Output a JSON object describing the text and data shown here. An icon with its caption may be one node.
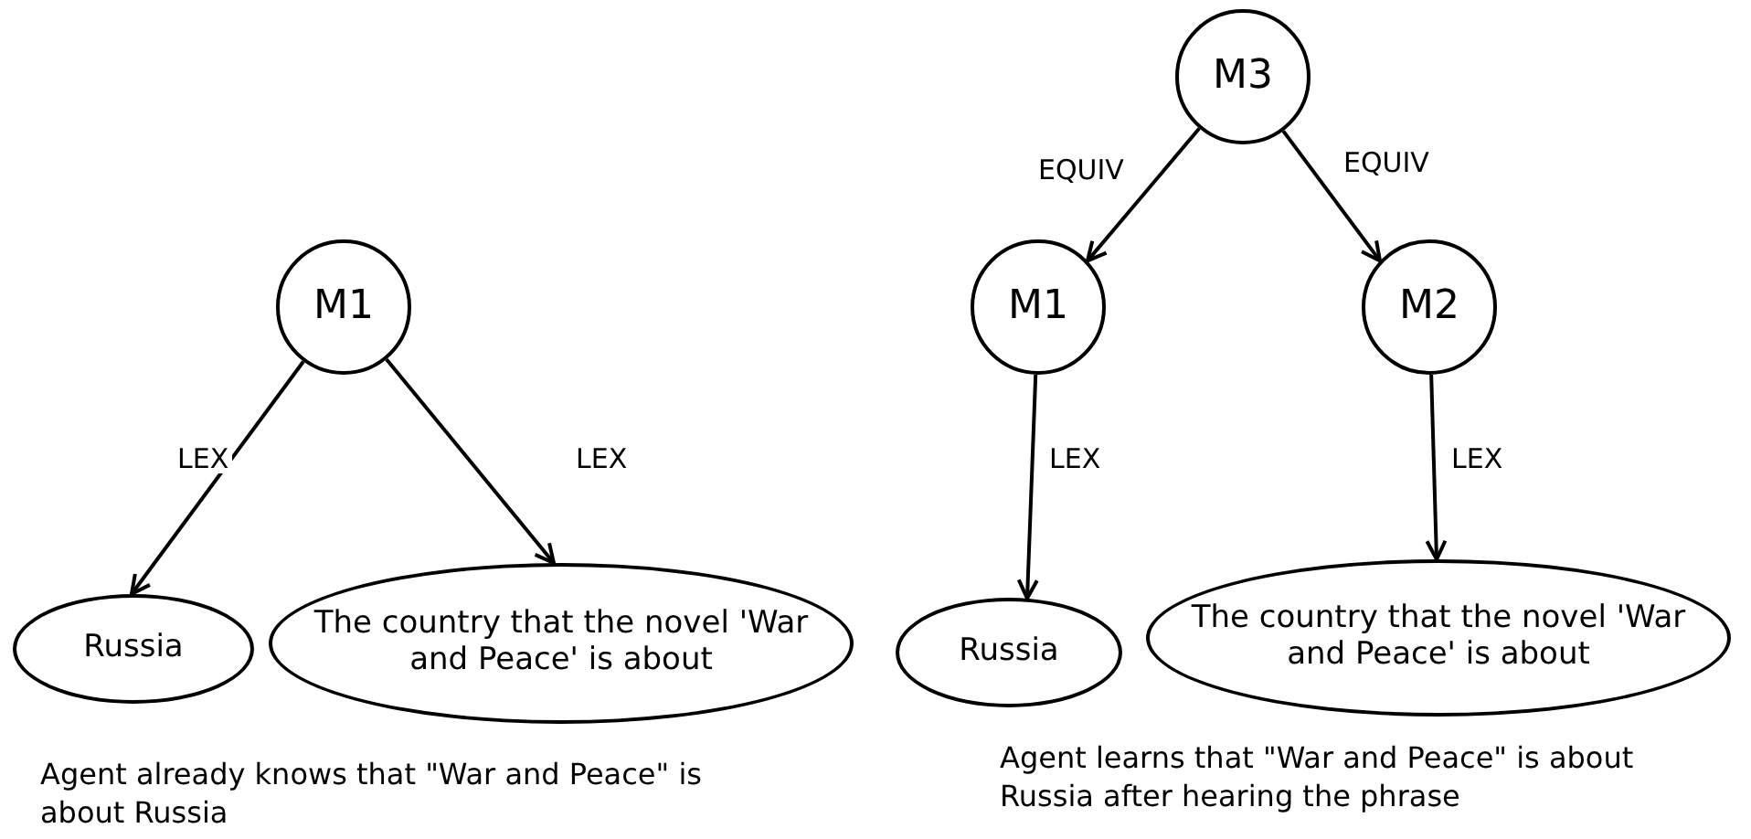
{
  "diagram": {
    "nodes": [
      {
        "text": [
          "M1"
        ]
      },
      {
        "text": [
          "Russia"
        ]
      },
      {
        "text": [
          "The country that the novel 'War and Peace' is about"
        ]
      },
      {
        "text": [
          "M3"
        ]
      },
      {
        "text": [
          "M1"
        ]
      },
      {
        "text": [
          "M2"
        ]
      },
      {
        "text": [
          "Russia"
        ]
      },
      {
        "text": [
          "The country that the novel 'War and Peace' is about"
        ]
      }
    ],
    "edges": [
      {
        "from": 0,
        "to": 1,
        "arrow": "to",
        "label": "LEX"
      },
      {
        "from": 0,
        "to": 2,
        "arrow": "to",
        "label": "LEX"
      },
      {
        "from": 3,
        "to": 4,
        "arrow": "to",
        "label": "EQUIV"
      },
      {
        "from": 3,
        "to": 5,
        "arrow": "to",
        "label": "EQUIV"
      },
      {
        "from": 4,
        "to": 6,
        "arrow": "to",
        "label": "LEX"
      },
      {
        "from": 5,
        "to": 7,
        "arrow": "to",
        "label": "LEX"
      }
    ],
    "labels": [
      "Agent already knows that \"War and Peace\" is about Russia",
      "Agent learns that \"War and Peace\" is about Russia after hearing the phrase"
    ]
  }
}
